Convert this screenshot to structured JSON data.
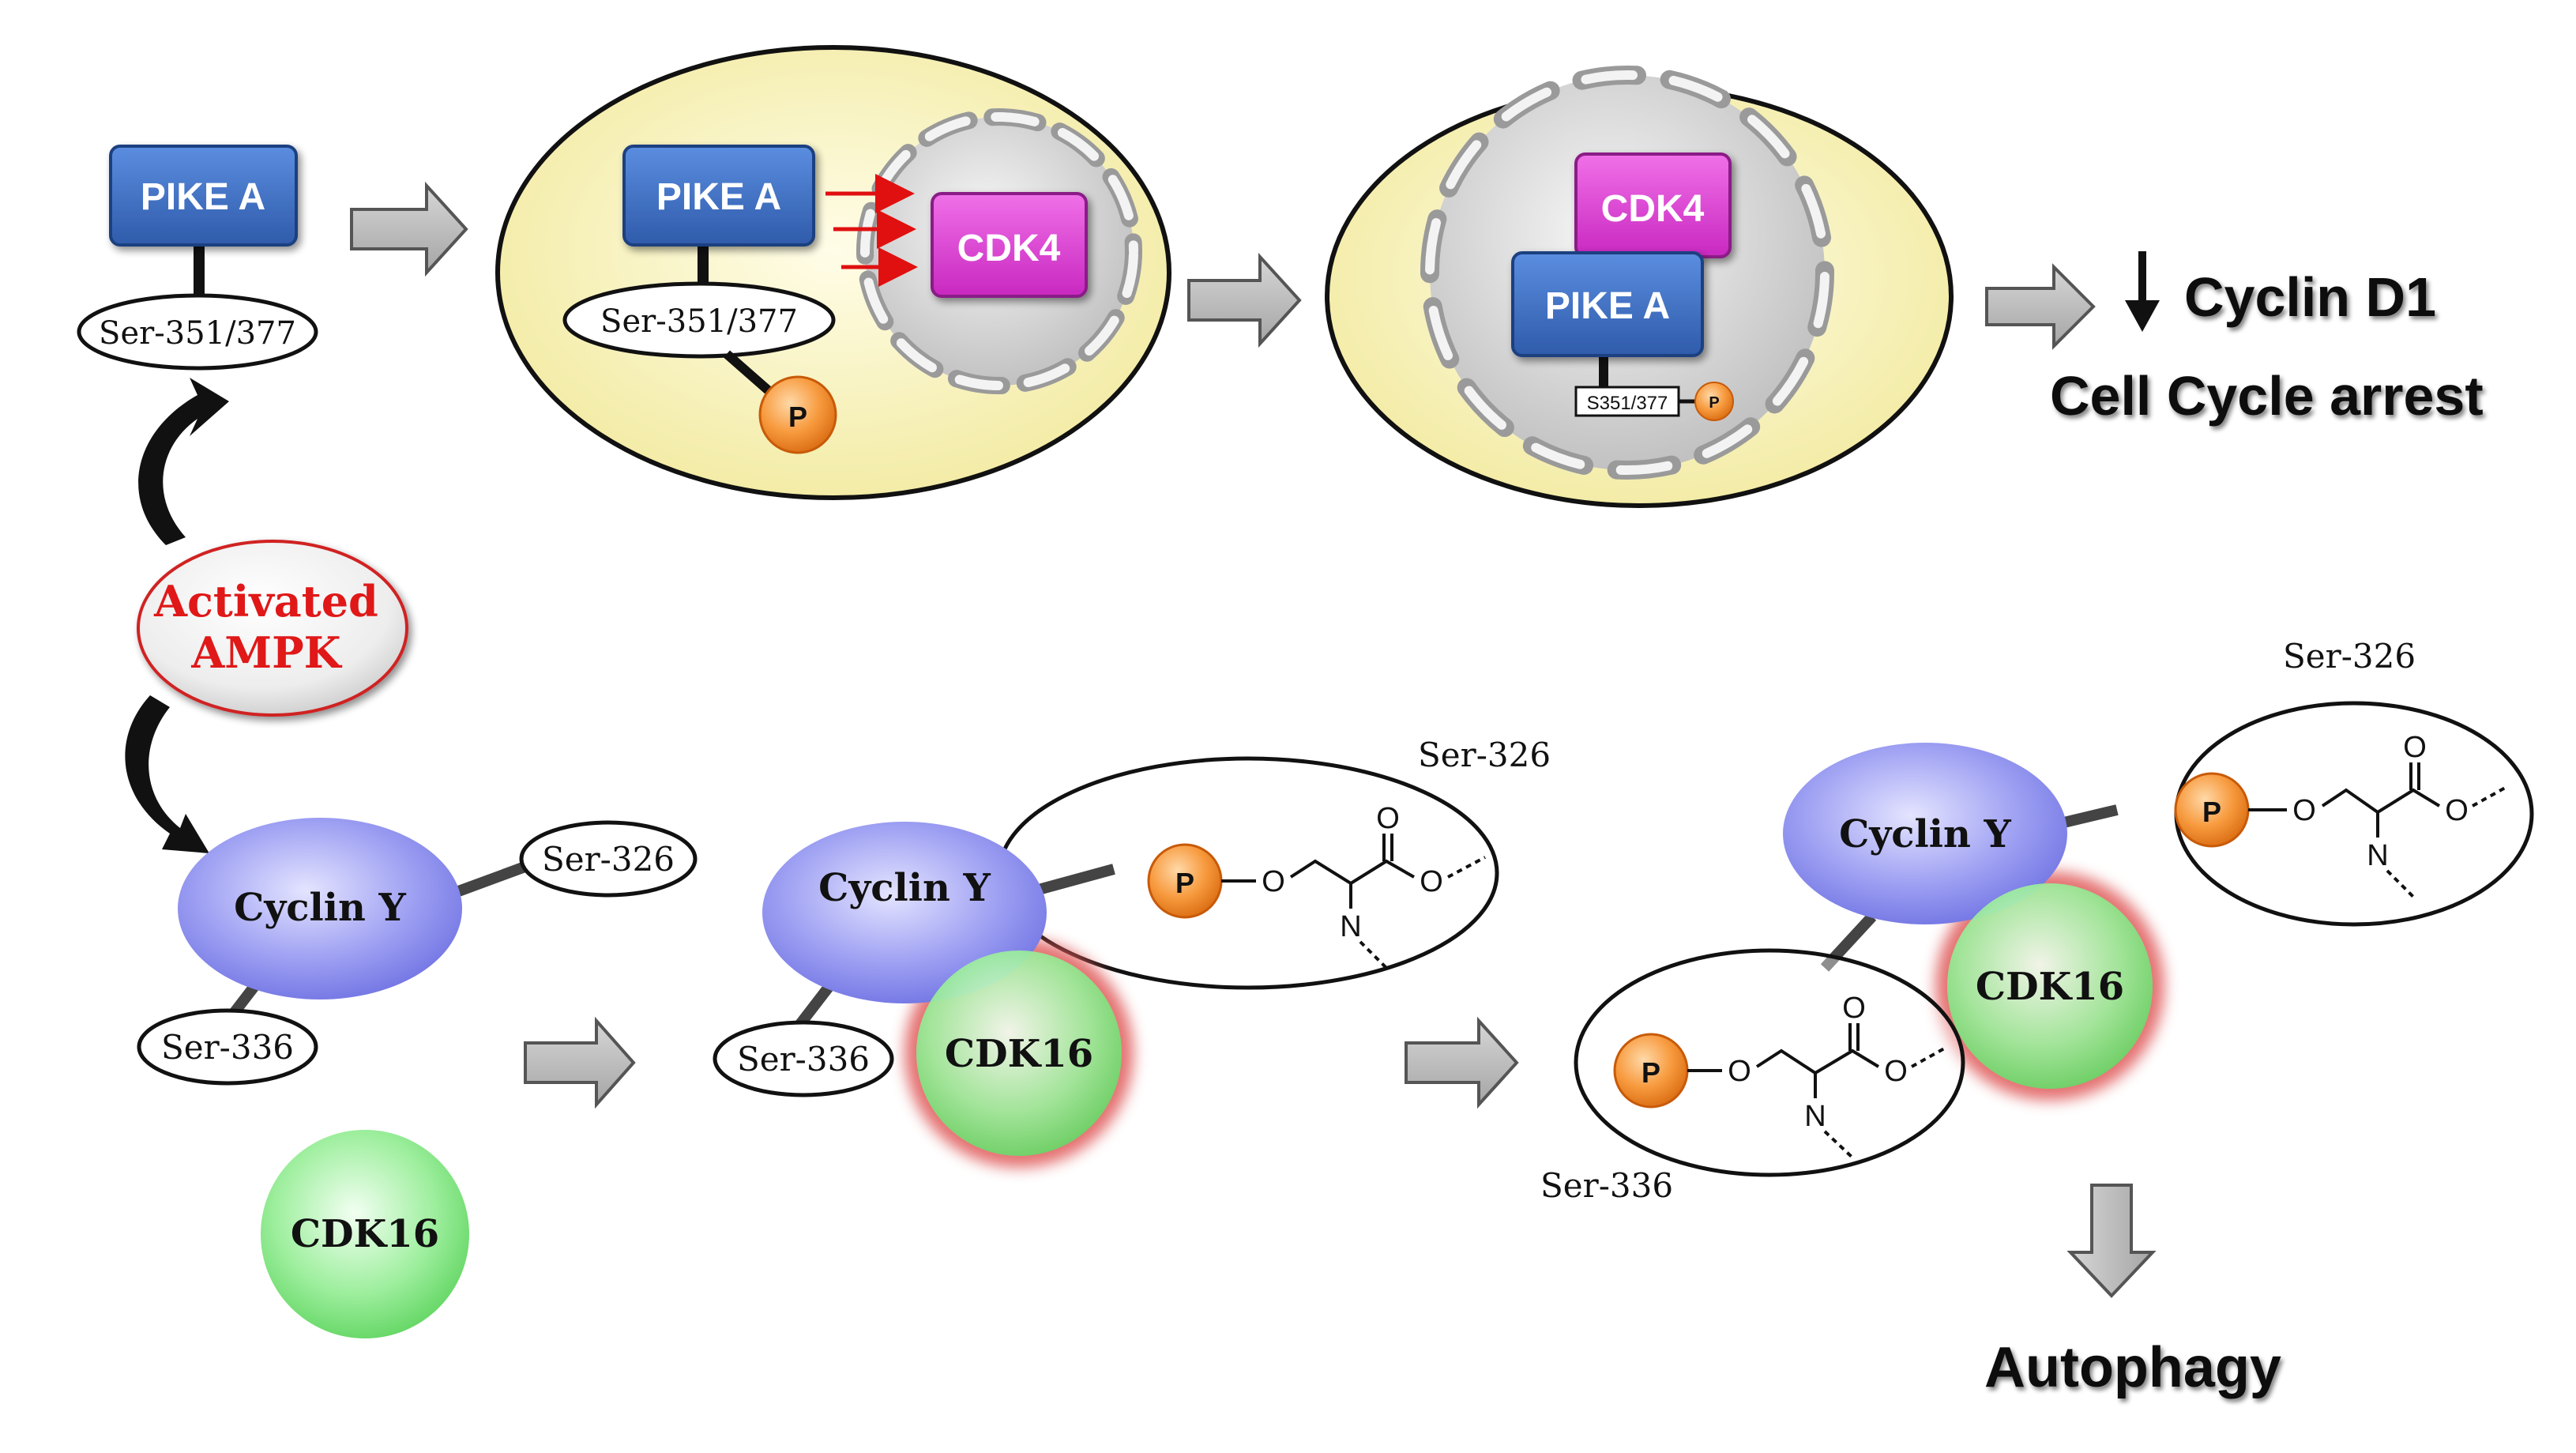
{
  "labels": {
    "pike_a": "PIKE A",
    "cdk4": "CDK4",
    "ser_351_377": "Ser-351/377",
    "s351_377_short": "S351/377",
    "phospho": "P",
    "cyclin_d1": "Cyclin D1",
    "cell_cycle_arrest": "Cell Cycle arrest",
    "activated": "Activated",
    "ampk": "AMPK",
    "cyclin_y": "Cyclin Y",
    "cdk16": "CDK16",
    "ser_326": "Ser-326",
    "ser_336": "Ser-336",
    "oxygen": "O",
    "nitrogen": "N",
    "autophagy": "Autophagy"
  },
  "colors": {
    "pike_box": "#4472C4",
    "cdk4_box": "#E040D8",
    "cell_fill": "#F8F3B8",
    "nucleus_fill": "#DCDCDC",
    "phospho": "#F08C30",
    "ampk_text": "#E01818",
    "cyclin_y": "#8A8CF0",
    "cdk16": "#7EE07E",
    "cdk16_glow": "#E05A5A",
    "arrow_gray": "#B8B8B8",
    "red_arrow": "#E01010"
  }
}
